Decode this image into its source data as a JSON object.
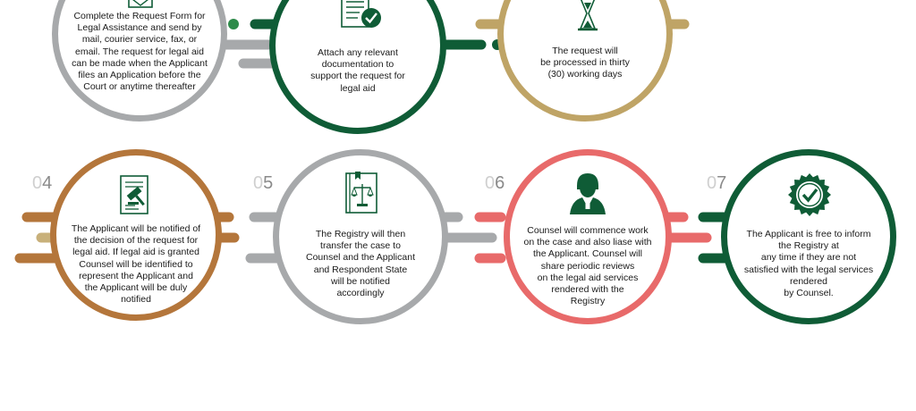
{
  "colors": {
    "grey": "#a7a9ab",
    "dark_green": "#0f5c36",
    "mid_green": "#2e8b4a",
    "gold": "#bfa466",
    "brown": "#b4763b",
    "coral": "#e86a6a",
    "text": "#1a1a1a",
    "number_light": "#cfcfcf",
    "number_dark": "#8a8a8a"
  },
  "steps": [
    {
      "id": "step-1",
      "number": "",
      "color": "#a7a9ab",
      "icon": "envelope-icon",
      "text": "Complete the Request Form for\nLegal Assistance and send by\nmail, courier service, fax, or\nemail. The request for legal aid\ncan be made when the Applicant\nfiles an Application before the\nCourt or anytime thereafter"
    },
    {
      "id": "step-2",
      "number": "",
      "color": "#0f5c36",
      "icon": "document-check-icon",
      "text": "Attach any relevant\ndocumentation to\nsupport the request for\nlegal aid"
    },
    {
      "id": "step-3",
      "number": "",
      "color": "#bfa466",
      "icon": "hourglass-icon",
      "text": "The request will\nbe processed in thirty\n(30) working days"
    },
    {
      "id": "step-4",
      "number": "04",
      "color": "#b4763b",
      "icon": "gavel-document-icon",
      "text": "The Applicant will be notified of\nthe decision of the request for\nlegal aid. If legal aid is granted\nCounsel will be identified to\nrepresent the Applicant and\nthe Applicant will be duly\nnotified"
    },
    {
      "id": "step-5",
      "number": "05",
      "color": "#a7a9ab",
      "icon": "law-book-icon",
      "text": "The Registry will then\ntransfer the case to\nCounsel and the Applicant\nand Respondent State\nwill be notified\naccordingly"
    },
    {
      "id": "step-6",
      "number": "06",
      "color": "#e86a6a",
      "icon": "lawyer-icon",
      "text": "Counsel will commence work\non the case and also liase with\nthe Applicant. Counsel will\nshare periodic reviews\non the legal aid services\nrendered with the\nRegistry"
    },
    {
      "id": "step-7",
      "number": "07",
      "color": "#0f5c36",
      "icon": "badge-check-icon",
      "text": "The Applicant is free to inform\nthe Registry at\nany time if they are not\nsatisfied with the legal services\nrendered\nby Counsel."
    }
  ]
}
